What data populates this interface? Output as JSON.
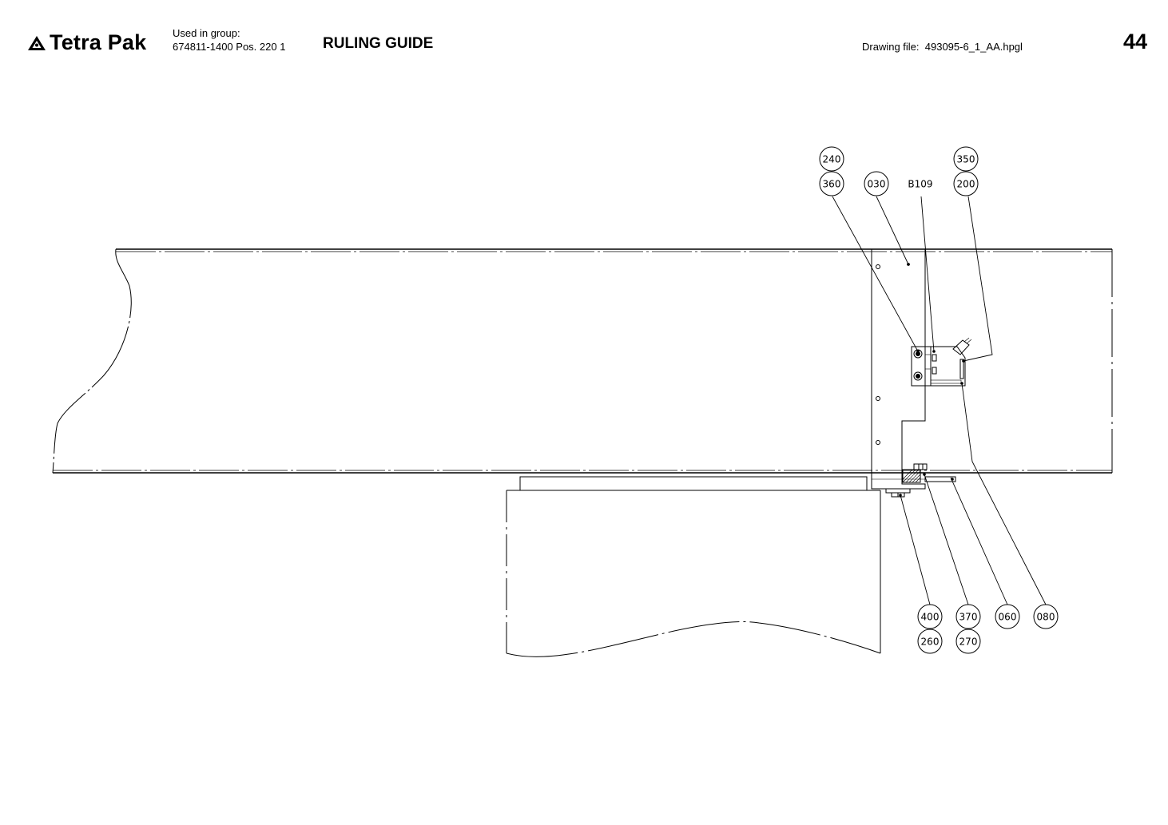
{
  "header": {
    "brand": "Tetra Pak",
    "brand_logo_icon": "tetra-pak-logo-icon",
    "used_in_group_label": "Used in group:",
    "used_in_group_value": "674811-1400 Pos. 220 1",
    "title": "RULING GUIDE",
    "drawing_file_label": "Drawing file:",
    "drawing_file_value": "493095-6_1_AA.hpgl",
    "page_number": "44"
  },
  "drawing": {
    "item_label": "B109",
    "callouts_top": [
      "240",
      "360",
      "030",
      "350",
      "200"
    ],
    "callouts_bottom": [
      "400",
      "260",
      "370",
      "270",
      "060",
      "080"
    ]
  }
}
